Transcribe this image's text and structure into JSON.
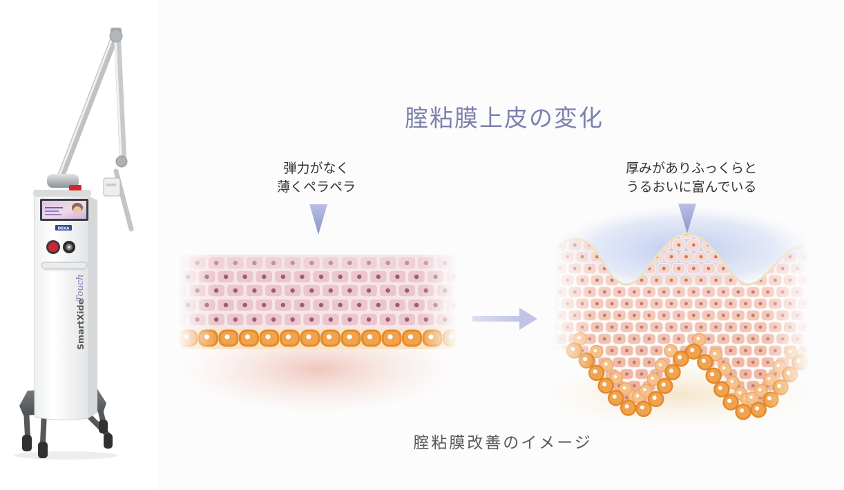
{
  "title": "腟粘膜上皮の変化",
  "before": {
    "line1": "弾力がなく",
    "line2": "薄くペラペラ"
  },
  "after": {
    "line1": "厚みがありふっくらと",
    "line2": "うるおいに富んでいる"
  },
  "caption": "腟粘膜改善のイメージ",
  "device": {
    "brand": "SmartXide",
    "model": "Touch",
    "maker": "DEKA"
  },
  "icons": {
    "transition": "right-arrow-icon",
    "pointer": "down-triangle-icon"
  },
  "colors": {
    "title": "#7d81ad",
    "label": "#333333",
    "caption": "#595959",
    "accent": "#aab1dc",
    "arrow": "#cdd0ec",
    "epithelial_cell_before": "#ebc7cd",
    "epithelial_cell_after": "#f3c2b4",
    "basal_cell": "#f1a24c"
  }
}
